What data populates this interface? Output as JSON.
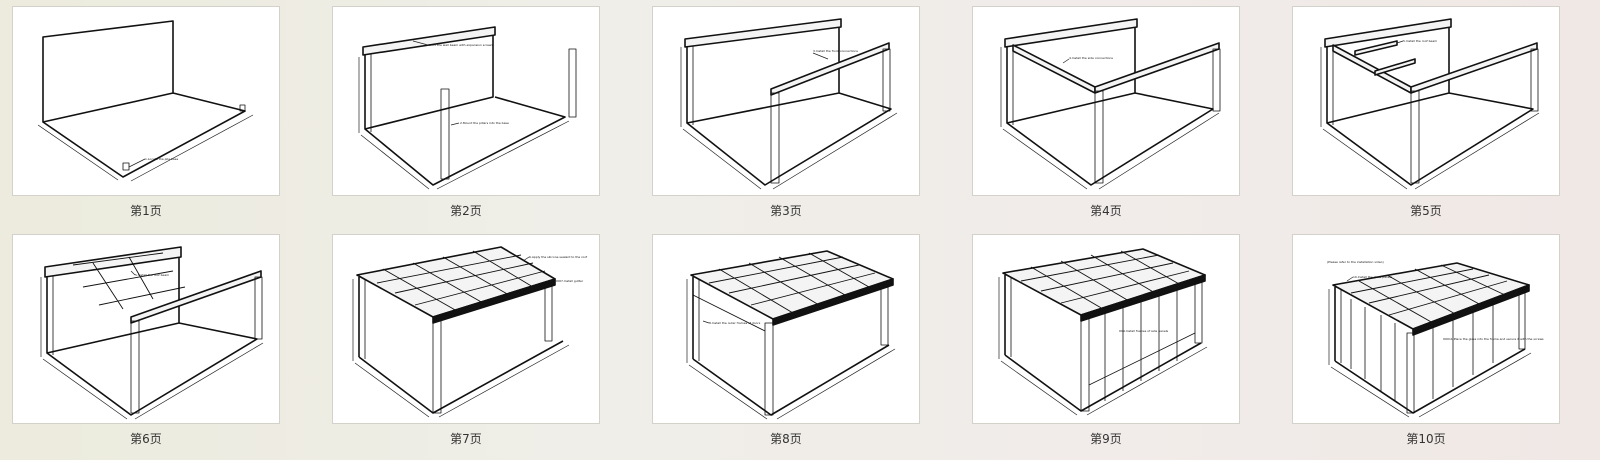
{
  "pages": [
    {
      "label": "第1页",
      "note": "1.Locate the pile base"
    },
    {
      "label": "第2页",
      "note": "1.Fix the wall beam with expansion screws",
      "note2": "2.Mount the pillars into the base"
    },
    {
      "label": "第3页",
      "note": "3.Install the front connections"
    },
    {
      "label": "第4页",
      "note": "4.Install the side connections"
    },
    {
      "label": "第5页",
      "note": "5.Install the roof beam"
    },
    {
      "label": "第6页",
      "note": "5.Install the roof beam"
    },
    {
      "label": "第7页",
      "note": "6.Apply the silicone sealant to the roof",
      "note2": "7.Install gutter"
    },
    {
      "label": "第8页",
      "note": "8.Install the outer frames of doors"
    },
    {
      "label": "第9页",
      "note": "9.Install frames of side panels"
    },
    {
      "label": "第10页",
      "note": "(Please refer to the installation video)",
      "note2": "10.Install the glass panels",
      "note3": "11.Place the glass into the frame and secure it with the screws"
    }
  ]
}
